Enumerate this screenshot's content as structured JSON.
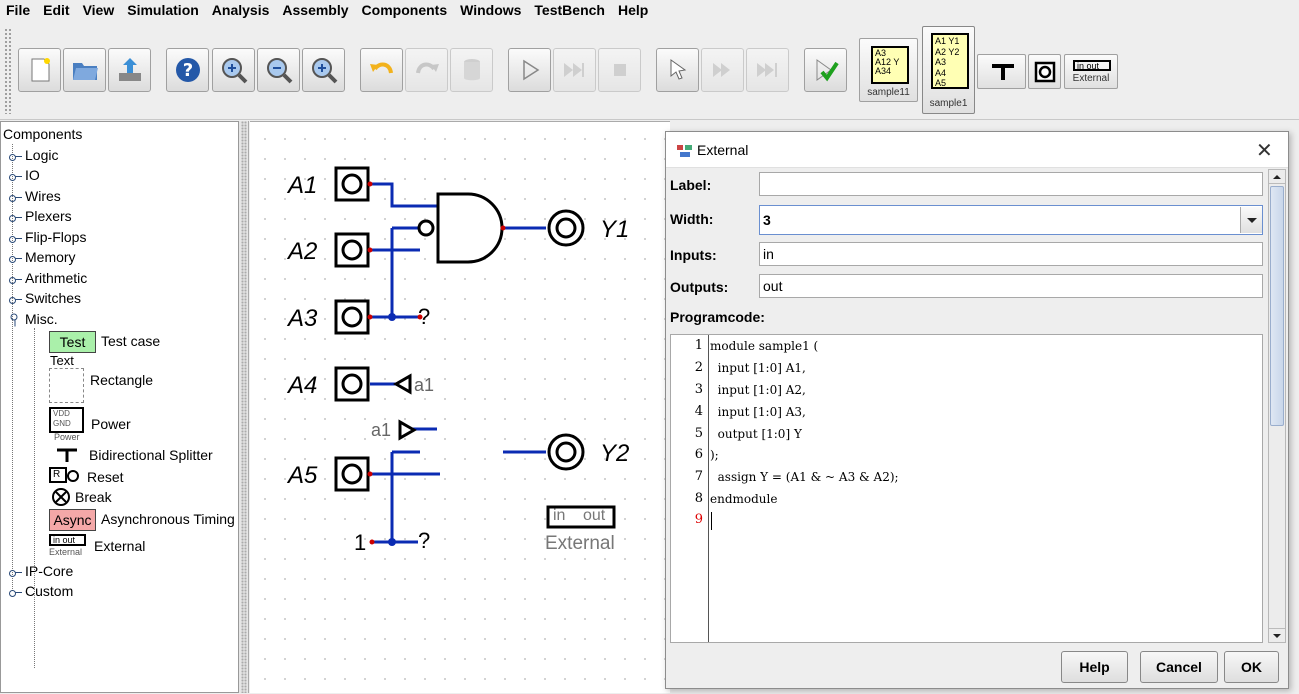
{
  "menubar": [
    "File",
    "Edit",
    "View",
    "Simulation",
    "Analysis",
    "Assembly",
    "Components",
    "Windows",
    "TestBench",
    "Help"
  ],
  "toolbar": {
    "recent_components": [
      {
        "caption": "sample11",
        "pins": [
          "A3",
          "A12",
          "A34"
        ],
        "out": "Y"
      },
      {
        "caption": "sample1",
        "pins": [
          "A1",
          "A2",
          "A3",
          "A4",
          "A5"
        ],
        "outs": [
          "Y1",
          "Y2"
        ]
      },
      {
        "caption": "",
        "name": "splitter"
      },
      {
        "caption": "",
        "name": "probe"
      },
      {
        "caption": "External",
        "in": "in",
        "out": "out"
      }
    ]
  },
  "tree": {
    "root": "Components",
    "groups": [
      "Logic",
      "IO",
      "Wires",
      "Plexers",
      "Flip-Flops",
      "Memory",
      "Arithmetic",
      "Switches",
      "Misc."
    ],
    "misc_items": [
      {
        "icon_text": "Test",
        "label": "Test case"
      },
      {
        "icon_text": "Text",
        "label": ""
      },
      {
        "icon_text": "",
        "label": "Rectangle"
      },
      {
        "icon_text": "VDD\nGND",
        "sub": "Power",
        "label": "Power"
      },
      {
        "icon_text": "",
        "label": "Bidirectional Splitter"
      },
      {
        "icon_text": "R",
        "label": "Reset"
      },
      {
        "icon_text": "",
        "label": "Break"
      },
      {
        "icon_text": "Async",
        "label": "Asynchronous Timing"
      },
      {
        "icon_text": "in out",
        "sub": "External",
        "label": "External"
      }
    ],
    "after": [
      "IP-Core",
      "Custom"
    ]
  },
  "canvas": {
    "inputs": [
      "A1",
      "A2",
      "A3",
      "A4",
      "A5"
    ],
    "outputs": [
      "Y1",
      "Y2"
    ],
    "tunnel_a1": "a1",
    "const_one": "1",
    "unknown": "?",
    "external_label": "External",
    "external_in": "in",
    "external_out": "out"
  },
  "dialog": {
    "title": "External",
    "label_label": "Label:",
    "label_value": "",
    "width_label": "Width:",
    "width_value": "3",
    "inputs_label": "Inputs:",
    "inputs_value": "in",
    "outputs_label": "Outputs:",
    "outputs_value": "out",
    "programcode_label": "Programcode:",
    "code_lines": [
      "module sample1 (",
      "  input [1:0] A1,",
      "  input [1:0] A2,",
      "  input [1:0] A3,",
      "  output [1:0] Y",
      ");",
      "  assign Y = (A1 & ~ A3 & A2);",
      "endmodule",
      ""
    ],
    "line_numbers": [
      "1",
      "2",
      "3",
      "4",
      "5",
      "6",
      "7",
      "8",
      "9"
    ],
    "help_label": "Help",
    "cancel_label": "Cancel",
    "ok_label": "OK"
  }
}
